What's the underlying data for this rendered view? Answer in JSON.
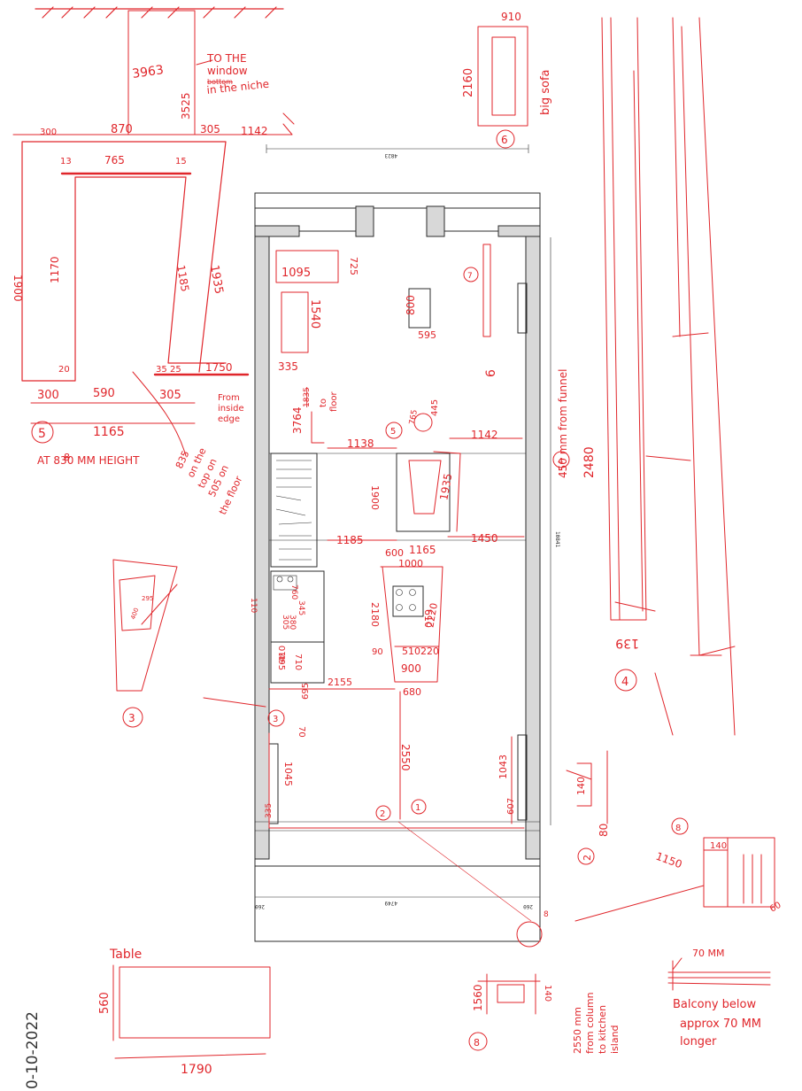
{
  "colors": {
    "ink": "#e0262b",
    "plan": "#2b2b2b",
    "paper": "#ffffff"
  },
  "window_detail": {
    "dims": [
      "3963",
      "3525",
      "300",
      "870",
      "305",
      "1142",
      "13",
      "765",
      "15",
      "1170",
      "1185",
      "1935",
      "1900",
      "20",
      "35",
      "25",
      "1750",
      "300",
      "590",
      "305",
      "1165"
    ],
    "note_lines": [
      "TO THE",
      "window",
      "in the niche"
    ],
    "struck_word": "bottom",
    "edge_note": [
      "From",
      "inside",
      "edge"
    ],
    "item_number": "5",
    "height_note": "AT 830 MM HEIGHT",
    "height_strike": "8",
    "top_note": [
      "835",
      "on the",
      "top on",
      "505 on",
      "the floor"
    ]
  },
  "sofa_detail": {
    "dims": [
      "910",
      "2160"
    ],
    "label": "big sofa",
    "item_number": "6"
  },
  "plan_cad": {
    "top_width": "4823",
    "overall_depth": "10841",
    "bottom_width": "4749",
    "left_offset": "260",
    "right_offset": "260"
  },
  "plan_notes": {
    "dims": [
      "1095",
      "725",
      "1540",
      "335",
      "800",
      "595",
      "3764",
      "1138",
      "1142",
      "765",
      "445",
      "1900",
      "1935",
      "1185",
      "600",
      "1165",
      "1450",
      "1000",
      "2180",
      "610",
      "2220",
      "510",
      "220",
      "90",
      "900",
      "680",
      "2155",
      "695",
      "70",
      "410",
      "1045",
      "1043",
      "607",
      "2550",
      "335",
      "110",
      "495",
      "710",
      "760",
      "305",
      "380",
      "345"
    ],
    "struck_dim": "1835",
    "floor_note": [
      "to",
      "floor"
    ],
    "funnel_note": "450 mm from funnel",
    "markers": [
      "1",
      "2",
      "3",
      "4",
      "5",
      "6",
      "7",
      "8"
    ]
  },
  "wall_detail": {
    "dims": [
      "2480",
      "139"
    ],
    "item_number": "4"
  },
  "item3_detail": {
    "dims": [
      "400",
      "295"
    ],
    "item_number": "3"
  },
  "small_item_detail": {
    "dims": [
      "140",
      "80"
    ],
    "item_number": "2"
  },
  "box_detail": {
    "dims": [
      "1150",
      "140",
      "60"
    ],
    "item_number": "8"
  },
  "table_detail": {
    "label": "Table",
    "dims": [
      "560",
      "1790"
    ]
  },
  "bottom_detail": {
    "dims": [
      "1560",
      "140"
    ],
    "note": [
      "2550 mm",
      "from column",
      "to kitchen",
      "island"
    ],
    "item_number": "8"
  },
  "balcony_detail": {
    "dims": [
      "70 MM"
    ],
    "note": [
      "Balcony below",
      "approx 70 MM",
      "longer"
    ]
  },
  "date": "0-10-2022"
}
